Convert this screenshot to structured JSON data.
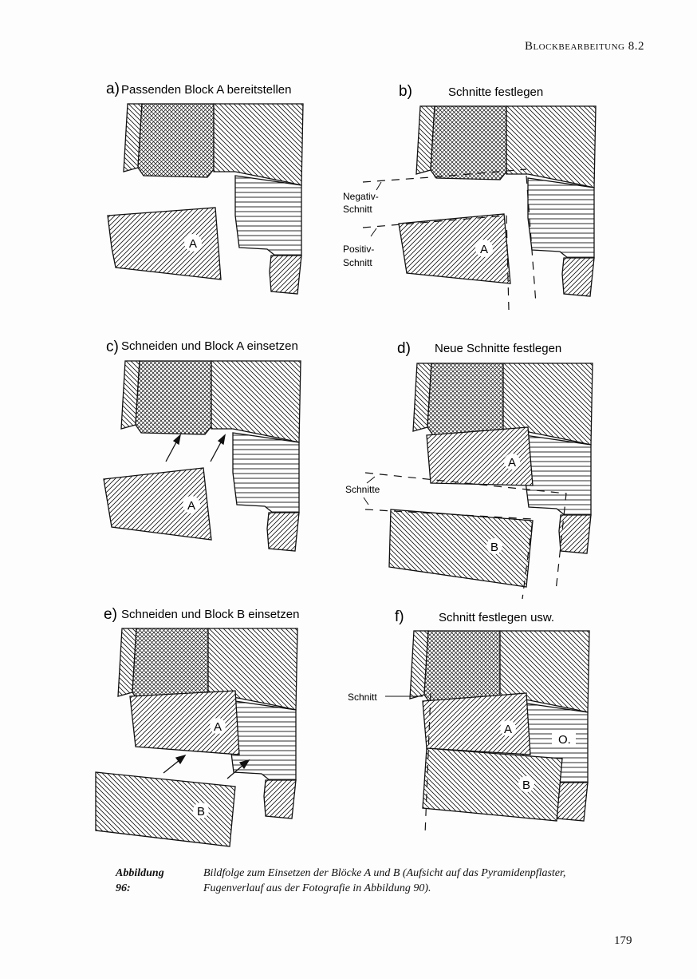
{
  "header": {
    "running_title": "Blockbearbeitung 8.2",
    "page_number": "179"
  },
  "panels": [
    {
      "letter": "a)",
      "title": "Passenden Block A bereitstellen"
    },
    {
      "letter": "b)",
      "title": "Schnitte festlegen"
    },
    {
      "letter": "c)",
      "title": "Schneiden und Block A einsetzen"
    },
    {
      "letter": "d)",
      "title": "Neue Schnitte festlegen"
    },
    {
      "letter": "e)",
      "title": "Schneiden und Block B einsetzen"
    },
    {
      "letter": "f)",
      "title": "Schnitt festlegen usw."
    }
  ],
  "labels": {
    "block_a": "A",
    "block_b": "B",
    "block_o": "O.",
    "negativ": "Negativ-",
    "negativ2": "Schnitt",
    "positiv": "Positiv-",
    "positiv2": "Schnitt",
    "schnitte": "Schnitte",
    "schnitt": "Schnitt"
  },
  "caption": {
    "label": "Abbildung 96:",
    "text": "Bildfolge zum Einsetzen der Blöcke A und B (Aufsicht auf das Pyramidenpflaster, Fugenverlauf aus der Fotografie in Abbildung 90)."
  }
}
